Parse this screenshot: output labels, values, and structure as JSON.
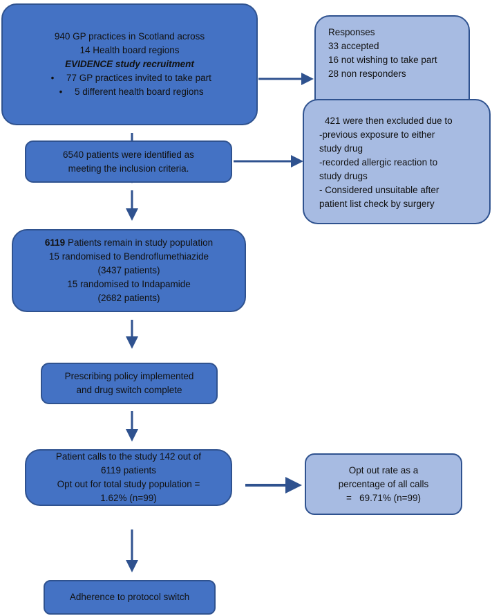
{
  "colors": {
    "primary_box": "#4472C4",
    "secondary_box": "#A7BBE2",
    "border": "#2F528F",
    "arrow": "#2F528F"
  },
  "boxes": {
    "recruitment": {
      "line1": "940 GP practices in Scotland across",
      "line2": "14 Health board regions",
      "heading": "EVIDENCE study recruitment",
      "bullets": [
        "77 GP practices invited to take part",
        "5 different health board regions"
      ]
    },
    "responses": {
      "lines": [
        "Responses",
        "33 accepted",
        "16 not wishing to take part",
        "28 non responders"
      ]
    },
    "identified": {
      "lines": [
        "6540 patients were identified as",
        "meeting the inclusion criteria."
      ]
    },
    "excluded": {
      "lines": [
        "421 were then excluded due to",
        "-previous exposure to either",
        "study drug",
        "-recorded allergic reaction to",
        "study drugs",
        "- Considered unsuitable after",
        "patient list check by surgery"
      ]
    },
    "population": {
      "bold_number": "6119",
      "line1_rest": " Patients remain in study population",
      "lines": [
        "15 randomised to Bendroflumethiazide",
        "(3437 patients)",
        "15 randomised to Indapamide",
        "(2682 patients)"
      ]
    },
    "policy": {
      "lines": [
        "Prescribing policy implemented",
        "and drug switch complete"
      ]
    },
    "calls": {
      "lines": [
        "Patient calls to the study 142 out of",
        "6119 patients",
        "Opt out for total study population =",
        "1.62% (n=99)"
      ]
    },
    "opt_out_rate": {
      "lines": [
        "Opt out rate as a",
        "percentage of all calls",
        "=   69.71% (n=99)"
      ]
    },
    "adherence": {
      "lines": [
        "Adherence to protocol switch"
      ]
    }
  }
}
